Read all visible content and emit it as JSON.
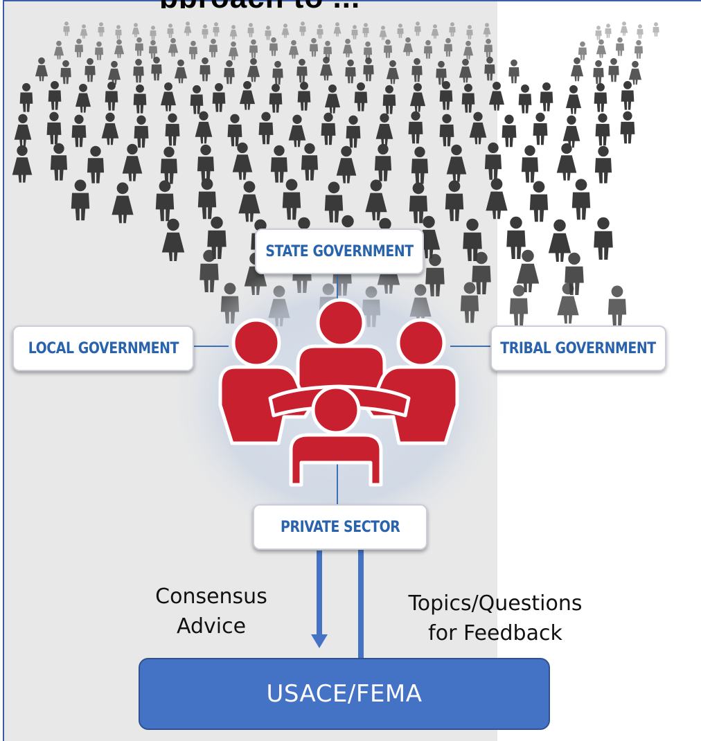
{
  "header": {
    "title_fragment": "pproach to ..."
  },
  "labels": {
    "state": "STATE GOVERNMENT",
    "local": "LOCAL GOVERNMENT",
    "tribal": "TRIBAL GOVERNMENT",
    "private": "PRIVATE SECTOR"
  },
  "flow": {
    "down_label_line1": "Consensus",
    "down_label_line2": "Advice",
    "up_label_line1": "Topics/Questions",
    "up_label_line2": "for Feedback"
  },
  "agency": {
    "label": "USACE/FEMA"
  },
  "colors": {
    "frame_border": "#3b5ca8",
    "left_panel": "#e8e8e8",
    "meeting_icon_red": "#c8202f",
    "label_text_blue": "#2a63ad",
    "agency_box": "#4472c4",
    "arrow": "#4472c4",
    "people_silhouette": "#333333"
  },
  "icons": [
    "people-crowd-icon",
    "meeting-table-icon",
    "arrow-down-icon",
    "arrow-up-icon"
  ]
}
